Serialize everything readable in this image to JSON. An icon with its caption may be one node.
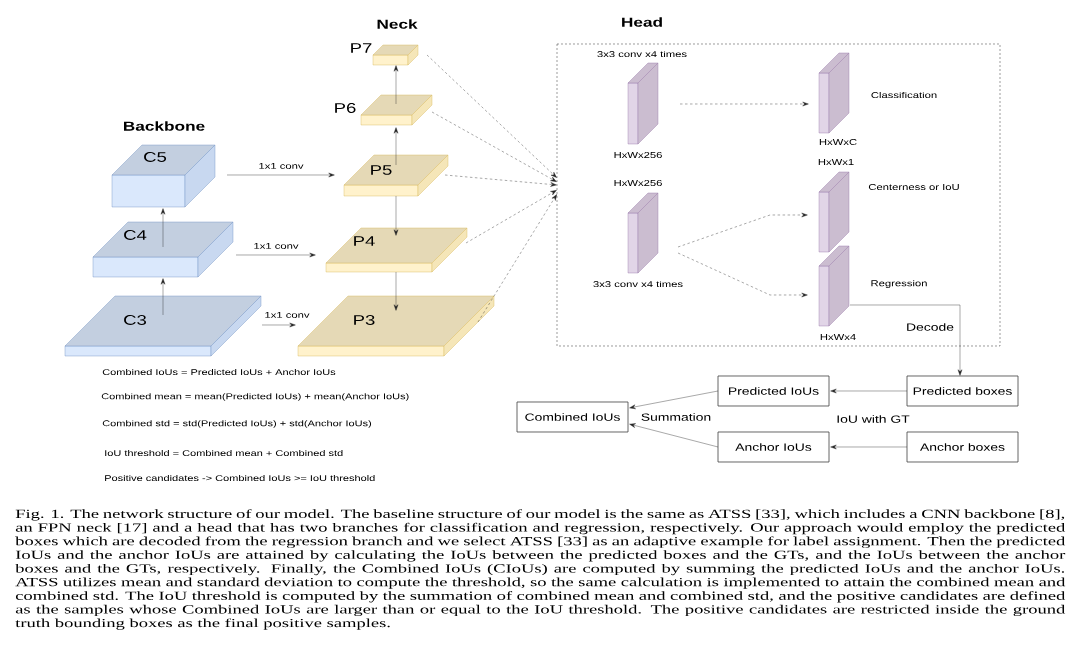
{
  "diagram": {
    "caption": "Fig. 1.  The network structure of our model. The baseline structure of our model is the same as ATSS [33], which includes a CNN backbone [8], an FPN neck [17] and a head that has two branches for classification and regression, respectively. Our approach would employ the predicted boxes which are decoded from the regression branch and we select ATSS [33] as an adaptive example for label assignment. Then the predicted IoUs and the anchor IoUs are attained by calculating the IoUs between the predicted boxes and the GTs, and the IoUs between the anchor boxes and the GTs, respectively. Finally, the Combined IoUs (CIoUs) are computed by summing the predicted IoUs and the anchor IoUs. ATSS utilizes mean and standard deviation to compute the threshold, so the same calculation is implemented to attain the combined mean and combined std. The IoU threshold is computed by the summation of combined mean and combined std, and the positive candidates are defined as the samples whose Combined IoUs are larger than or equal to the IoU threshold. The positive candidates are restricted inside the ground truth bounding boxes as the final positive samples.",
    "nodes": [
      {
        "text": [
          "C5"
        ]
      },
      {
        "text": [
          "C4"
        ]
      },
      {
        "text": [
          "C3"
        ]
      },
      {
        "text": [
          "P7"
        ]
      },
      {
        "text": [
          "P6"
        ]
      },
      {
        "text": [
          "P5"
        ]
      },
      {
        "text": [
          "P4"
        ]
      },
      {
        "text": [
          "P3"
        ]
      },
      {
        "text": [
          "Head"
        ]
      },
      {
        "text": [],
        "shape": "box",
        "in": 8,
        "beside": [
          "3x3 conv  x4 times",
          "HxWx256"
        ]
      },
      {
        "text": [],
        "shape": "box",
        "in": 8,
        "beside": [
          "HxWx256",
          "3x3 conv  x4 times"
        ]
      },
      {
        "text": [],
        "shape": "box",
        "in": 8,
        "beside": [
          "HxWxC",
          "Classification"
        ]
      },
      {
        "text": [],
        "shape": "box",
        "in": 8,
        "beside": [
          "HxWx1",
          "Centerness or IoU"
        ]
      },
      {
        "text": [],
        "shape": "box",
        "in": 8,
        "beside": [
          "HxWx4",
          "Regression"
        ]
      },
      {
        "text": [
          "Predicted boxes"
        ]
      },
      {
        "text": [
          "Predicted IoUs"
        ]
      },
      {
        "text": [
          "Combined IoUs"
        ]
      },
      {
        "text": [
          "Anchor IoUs"
        ]
      },
      {
        "text": [
          "Anchor boxes"
        ]
      }
    ],
    "edges": [
      {
        "from": 2,
        "to": 1,
        "arrow": "to"
      },
      {
        "from": 1,
        "to": 0,
        "arrow": "to"
      },
      {
        "from": 0,
        "to": 5,
        "arrow": "to",
        "label": "1x1 conv"
      },
      {
        "from": 1,
        "to": 6,
        "arrow": "to",
        "label": "1x1 conv"
      },
      {
        "from": 2,
        "to": 7,
        "arrow": "to",
        "label": "1x1 conv"
      },
      {
        "from": 5,
        "to": 4,
        "arrow": "to"
      },
      {
        "from": 4,
        "to": 3,
        "arrow": "to"
      },
      {
        "from": 5,
        "to": 6,
        "arrow": "to"
      },
      {
        "from": 6,
        "to": 7,
        "arrow": "to"
      },
      {
        "from": 3,
        "to": 8,
        "arrow": "to",
        "style": "dashed"
      },
      {
        "from": 4,
        "to": 8,
        "arrow": "to",
        "style": "dashed"
      },
      {
        "from": 5,
        "to": 8,
        "arrow": "to",
        "style": "dashed"
      },
      {
        "from": 6,
        "to": 8,
        "arrow": "to",
        "style": "dashed"
      },
      {
        "from": 7,
        "to": 8,
        "arrow": "to",
        "style": "dashed"
      },
      {
        "from": 9,
        "to": 11,
        "arrow": "to",
        "style": "dashed"
      },
      {
        "from": 10,
        "to": 12,
        "arrow": "to",
        "style": "dashed"
      },
      {
        "from": 10,
        "to": 13,
        "arrow": "to",
        "style": "dashed"
      },
      {
        "from": 13,
        "to": 14,
        "arrow": "to",
        "label": "Decode"
      },
      {
        "from": 14,
        "to": 15,
        "arrow": "to"
      },
      {
        "from": 18,
        "to": 17,
        "arrow": "to"
      },
      {
        "from": 15,
        "to": 16,
        "arrow": "to"
      },
      {
        "from": 17,
        "to": 16,
        "arrow": "to"
      }
    ],
    "labels": [
      "Backbone",
      "Neck",
      "Combined IoUs = Predicted IoUs + Anchor IoUs",
      "Combined mean = mean(Predicted IoUs) + mean(Anchor IoUs)",
      "Combined std = std(Predicted IoUs) + std(Anchor IoUs)",
      "IoU threshold = Combined mean + Combined std",
      "Positive candidates -> Combined IoUs >= IoU threshold",
      "Summation",
      "IoU with GT"
    ]
  }
}
